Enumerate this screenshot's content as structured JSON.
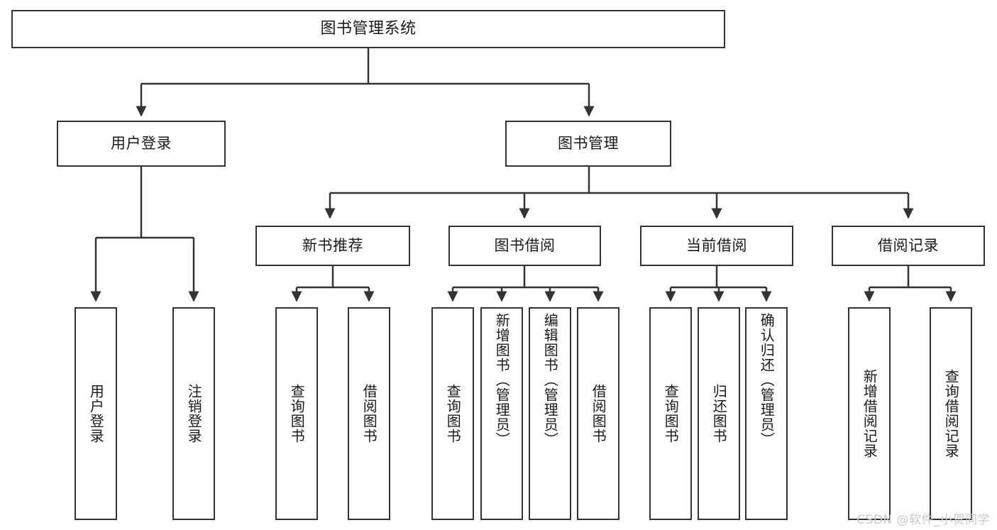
{
  "diagram": {
    "title": "图书管理系统",
    "type": "tree-hierarchy-chart",
    "colors": {
      "background": "#ffffff",
      "border": "#333333",
      "text": "#1a1a1a",
      "watermark": "#c9c9c9"
    },
    "root": {
      "id": "root",
      "label": "图书管理系统"
    },
    "level2": [
      {
        "id": "user-login",
        "label": "用户登录"
      },
      {
        "id": "book-manage",
        "label": "图书管理"
      }
    ],
    "level3": [
      {
        "id": "new-book-recommend",
        "label": "新书推荐"
      },
      {
        "id": "book-borrow",
        "label": "图书借阅"
      },
      {
        "id": "current-borrow",
        "label": "当前借阅"
      },
      {
        "id": "borrow-record",
        "label": "借阅记录"
      }
    ],
    "leaves": {
      "user_login": [
        {
          "id": "leaf-user-login",
          "label": "用户登录"
        },
        {
          "id": "leaf-logout-login",
          "label": "注销登录"
        }
      ],
      "new_book_recommend": [
        {
          "id": "leaf-query-book-1",
          "label": "查询图书"
        },
        {
          "id": "leaf-borrow-book-1",
          "label": "借阅图书"
        }
      ],
      "book_borrow": [
        {
          "id": "leaf-query-book-2",
          "label": "查询图书"
        },
        {
          "id": "leaf-add-book",
          "label": "新增图书（管理员）"
        },
        {
          "id": "leaf-edit-book",
          "label": "编辑图书（管理员）"
        },
        {
          "id": "leaf-borrow-book-2",
          "label": "借阅图书"
        }
      ],
      "current_borrow": [
        {
          "id": "leaf-query-book-3",
          "label": "查询图书"
        },
        {
          "id": "leaf-return-book",
          "label": "归还图书"
        },
        {
          "id": "leaf-confirm-return",
          "label": "确认归还（管理员）"
        }
      ],
      "borrow_record": [
        {
          "id": "leaf-add-record",
          "label": "新增借阅记录"
        },
        {
          "id": "leaf-query-record",
          "label": "查询借阅记录"
        }
      ]
    }
  },
  "watermark": {
    "text": "CSDN @软件_小贺同学"
  }
}
